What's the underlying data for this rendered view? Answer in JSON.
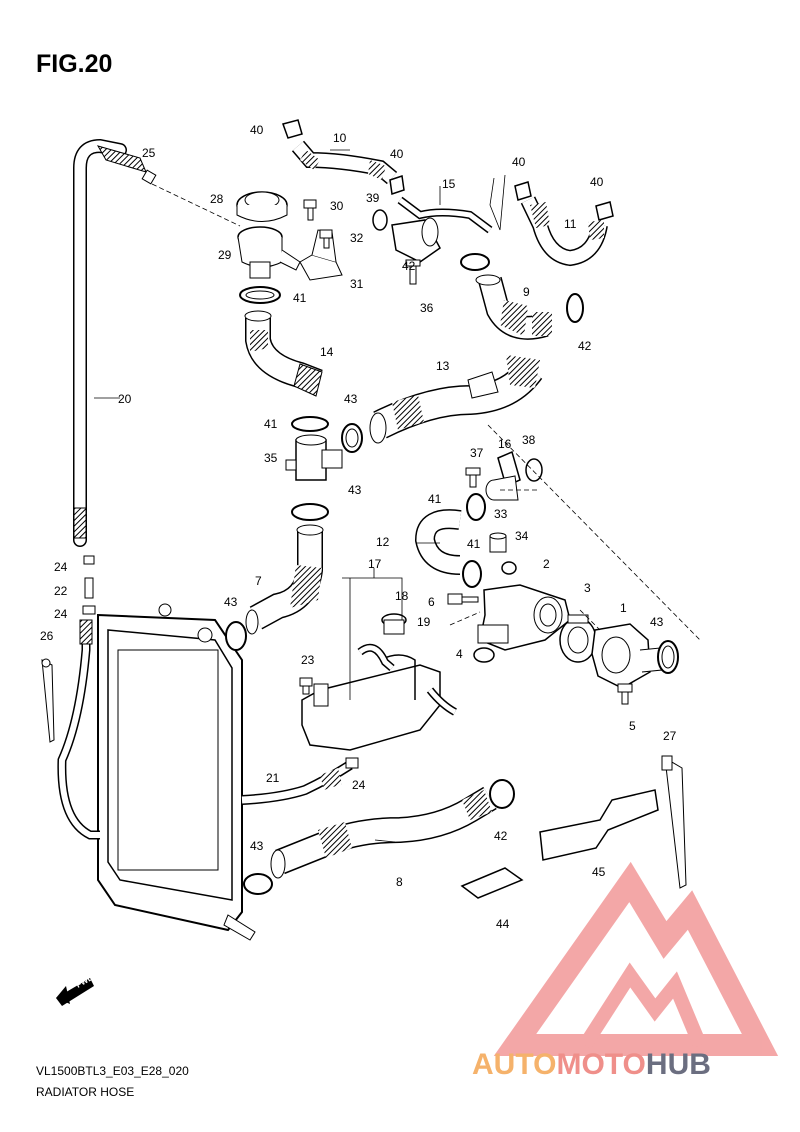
{
  "figure": {
    "title": "FIG.20",
    "code": "VL1500BTL3_E03_E28_020",
    "caption": "RADIATOR HOSE",
    "fwd_label": "FWD"
  },
  "watermark": {
    "part_a": "AUTO",
    "part_b": "MOTO",
    "part_c": "HUB",
    "colors": {
      "auto": "#f5b26b",
      "moto": "#ef8f8a",
      "hub": "#6b6e80",
      "logo": "#f08a8a"
    }
  },
  "callouts": [
    "1",
    "2",
    "3",
    "4",
    "5",
    "6",
    "7",
    "8",
    "9",
    "10",
    "11",
    "12",
    "13",
    "14",
    "15",
    "16",
    "17",
    "18",
    "19",
    "20",
    "21",
    "22",
    "23",
    "24",
    "24",
    "24",
    "25",
    "26",
    "27",
    "28",
    "29",
    "30",
    "31",
    "32",
    "33",
    "34",
    "35",
    "36",
    "37",
    "38",
    "39",
    "40",
    "40",
    "40",
    "40",
    "41",
    "41",
    "41",
    "41",
    "42",
    "42",
    "42",
    "43",
    "43",
    "43",
    "43",
    "43",
    "44",
    "45"
  ]
}
